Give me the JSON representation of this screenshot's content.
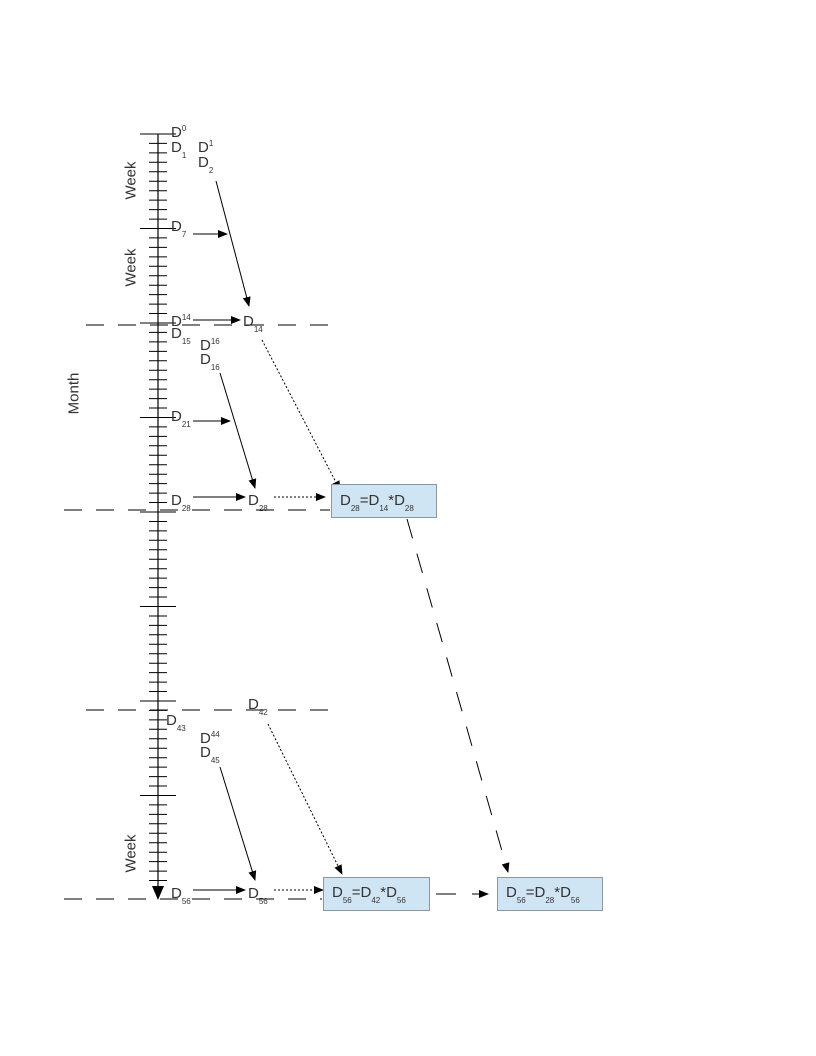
{
  "axis": {
    "week_label_1": "Week",
    "week_label_2": "Week",
    "week_label_3": "Week",
    "month_label": "Month"
  },
  "labels": {
    "d0": {
      "base": "D",
      "sub": "0"
    },
    "d1": {
      "base": "D",
      "sub": "1"
    },
    "d1b": {
      "base": "D",
      "sub": "1"
    },
    "d2": {
      "base": "D",
      "sub": "2"
    },
    "d7": {
      "base": "D",
      "sub": "7"
    },
    "d14": {
      "base": "D",
      "sub": "14"
    },
    "d15": {
      "base": "D",
      "sub": "15"
    },
    "d14b": {
      "base": "D",
      "sub": "14"
    },
    "d16a": {
      "base": "D",
      "sub": "16"
    },
    "d16b": {
      "base": "D",
      "sub": "16"
    },
    "d21": {
      "base": "D",
      "sub": "21"
    },
    "d28": {
      "base": "D",
      "sub": "28"
    },
    "d28b": {
      "base": "D",
      "sub": "28"
    },
    "d42": {
      "base": "D",
      "sub": "42"
    },
    "d43": {
      "base": "D",
      "sub": "43"
    },
    "d44": {
      "base": "D",
      "sub": "44"
    },
    "d45": {
      "base": "D",
      "sub": "45"
    },
    "d56": {
      "base": "D",
      "sub": "56"
    },
    "d56b": {
      "base": "D",
      "sub": "56"
    }
  },
  "boxes": {
    "box28": {
      "parts": [
        "D",
        "28",
        "=D",
        "14",
        "*D",
        "28"
      ]
    },
    "box56a": {
      "parts": [
        "D",
        "56",
        "=D",
        "42",
        "*D",
        "56"
      ]
    },
    "box56b": {
      "parts": [
        "D",
        "56",
        "=D",
        "28",
        "*D",
        "56"
      ]
    }
  },
  "colors": {
    "box_fill": "#cfe5f3",
    "box_border": "#8a97a3",
    "line": "#000000",
    "text": "#333333"
  }
}
